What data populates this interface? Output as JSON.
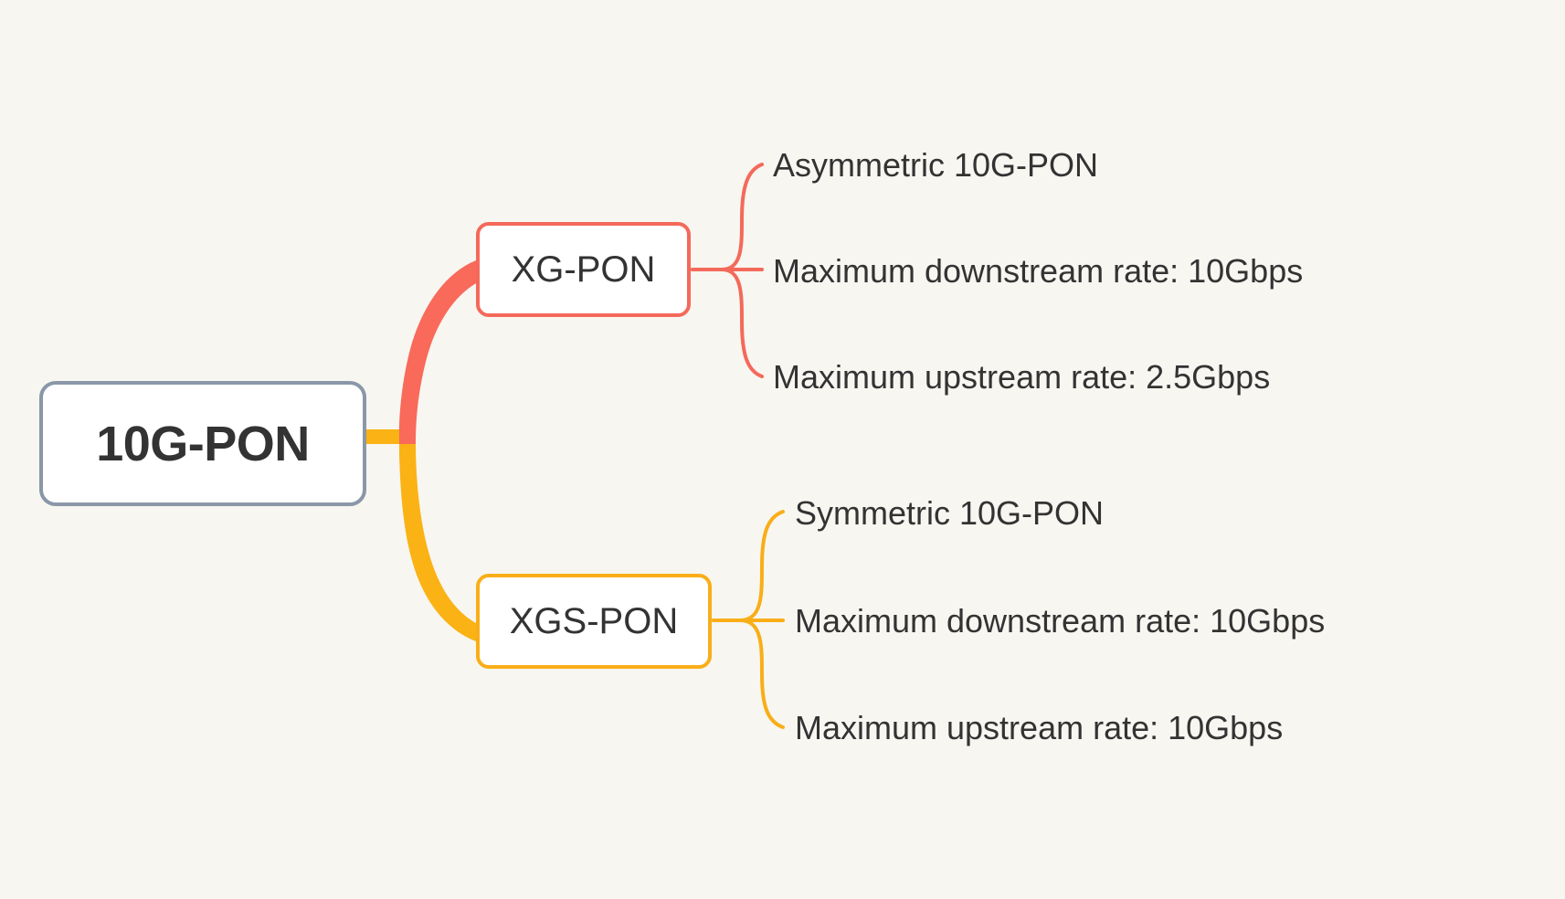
{
  "diagram": {
    "type": "mind-map",
    "title": "10G-PON",
    "background_color": "#F7F6F1",
    "text_color": "#333333"
  },
  "root": {
    "label": "10G-PON",
    "border_color": "#8A97A8",
    "fill_color": "#FFFFFF"
  },
  "branches": [
    {
      "label": "XG-PON",
      "color": "#F4695A",
      "trunk_color": "#F96A5A",
      "leaves": [
        {
          "label": "Asymmetric 10G-PON"
        },
        {
          "label": "Maximum downstream rate: 10Gbps"
        },
        {
          "label": "Maximum upstream rate: 2.5Gbps"
        }
      ]
    },
    {
      "label": "XGS-PON",
      "color": "#F9AE18",
      "trunk_color": "#FBB215",
      "leaves": [
        {
          "label": "Symmetric 10G-PON"
        },
        {
          "label": "Maximum downstream rate: 10Gbps"
        },
        {
          "label": "Maximum upstream rate: 10Gbps"
        }
      ]
    }
  ]
}
